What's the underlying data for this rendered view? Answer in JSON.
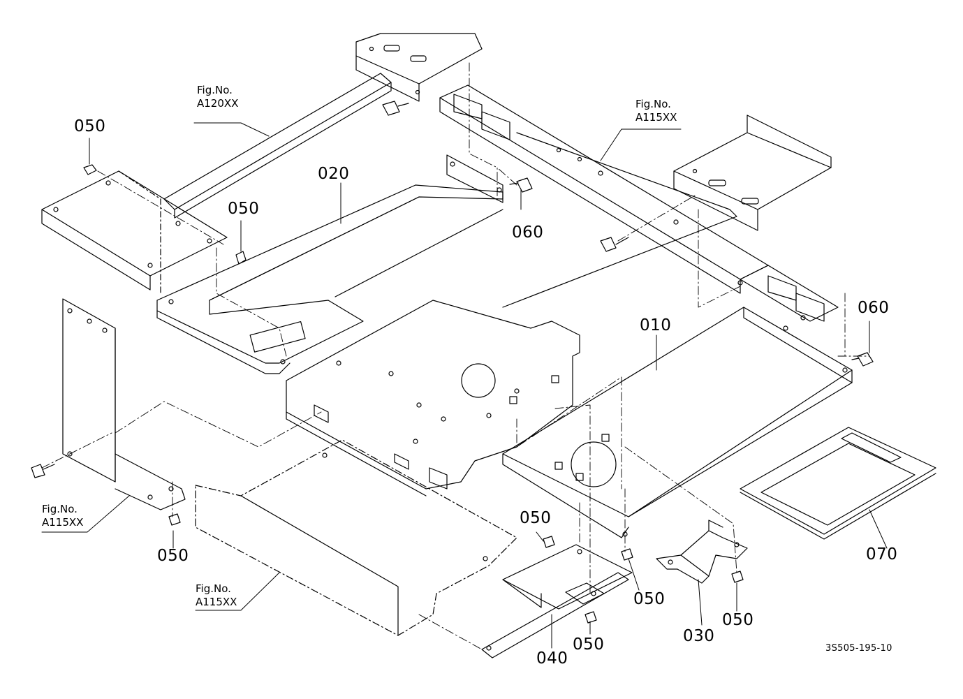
{
  "figure_refs": [
    {
      "line1": "Fig.No.",
      "line2": "A120XX"
    },
    {
      "line1": "Fig.No.",
      "line2": "A115XX"
    },
    {
      "line1": "Fig.No.",
      "line2": "A115XX"
    },
    {
      "line1": "Fig.No.",
      "line2": "A115XX"
    }
  ],
  "part_labels": [
    "050",
    "020",
    "050",
    "060",
    "060",
    "010",
    "050",
    "050",
    "050",
    "050",
    "070",
    "050",
    "030",
    "040"
  ],
  "drawing_number": "3S505-195-10"
}
